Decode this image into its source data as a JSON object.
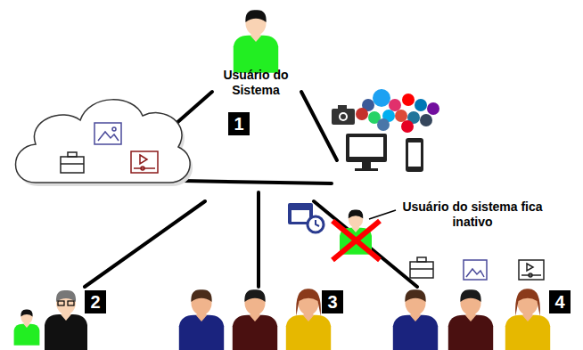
{
  "diagram": {
    "nodes": [
      {
        "text": [
          "1"
        ]
      },
      {
        "text": [
          "2"
        ]
      },
      {
        "text": [
          "3"
        ]
      },
      {
        "text": [
          "4"
        ]
      }
    ],
    "labels": [
      "Usuário do Sistema",
      "Usuário do sistema fica inativo"
    ]
  }
}
